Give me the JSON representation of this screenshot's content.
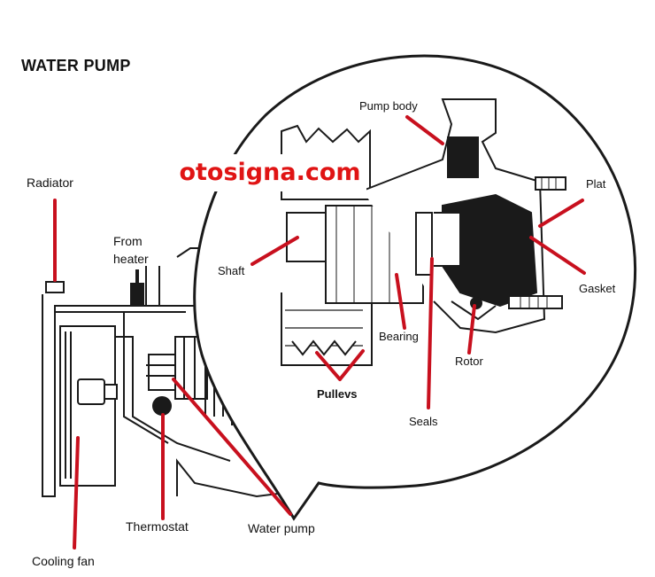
{
  "title": "WATER PUMP",
  "watermark": "otosigna.com",
  "labels": {
    "radiator": "Radiator",
    "from_heater": "From\nheater",
    "pump_body": "Pump body",
    "plat": "Plat",
    "shaft": "Shaft",
    "gasket": "Gasket",
    "bearing": "Bearing",
    "rotor": "Rotor",
    "pulleys": "Pullevs",
    "seals": "Seals",
    "thermostat": "Thermostat",
    "water_pump": "Water pump",
    "cooling_fan": "Cooling fan"
  },
  "colors": {
    "pointer": "#c8101e",
    "ink": "#1a1a1a",
    "background": "#ffffff"
  }
}
